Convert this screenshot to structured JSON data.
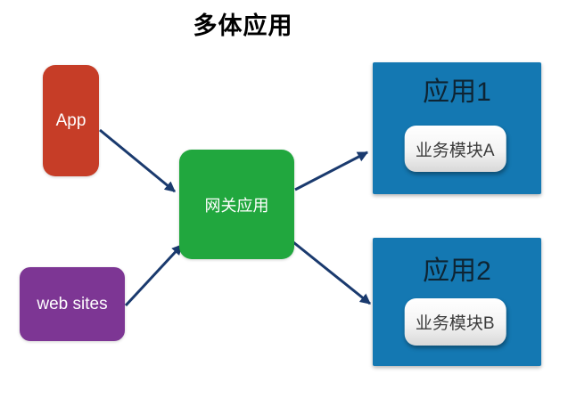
{
  "title": "多体应用",
  "nodes": {
    "app": {
      "label": "App"
    },
    "web_sites": {
      "label": "web sites"
    },
    "gateway": {
      "label": "网关应用"
    },
    "app1": {
      "title": "应用1",
      "module": "业务模块A"
    },
    "app2": {
      "title": "应用2",
      "module": "业务模块B"
    }
  },
  "edges": [
    {
      "from": "app",
      "to": "gateway"
    },
    {
      "from": "web_sites",
      "to": "gateway"
    },
    {
      "from": "gateway",
      "to": "app1"
    },
    {
      "from": "gateway",
      "to": "app2"
    }
  ],
  "colors": {
    "app_box": "#c63d27",
    "web_sites_box": "#7d3694",
    "gateway_box": "#21a73e",
    "application_box": "#1478b2",
    "arrow": "#1a3a6e",
    "title_text": "#000000",
    "app_title_text": "#0e2433",
    "module_text": "#3c3c3c",
    "node_text": "#ffffff"
  }
}
